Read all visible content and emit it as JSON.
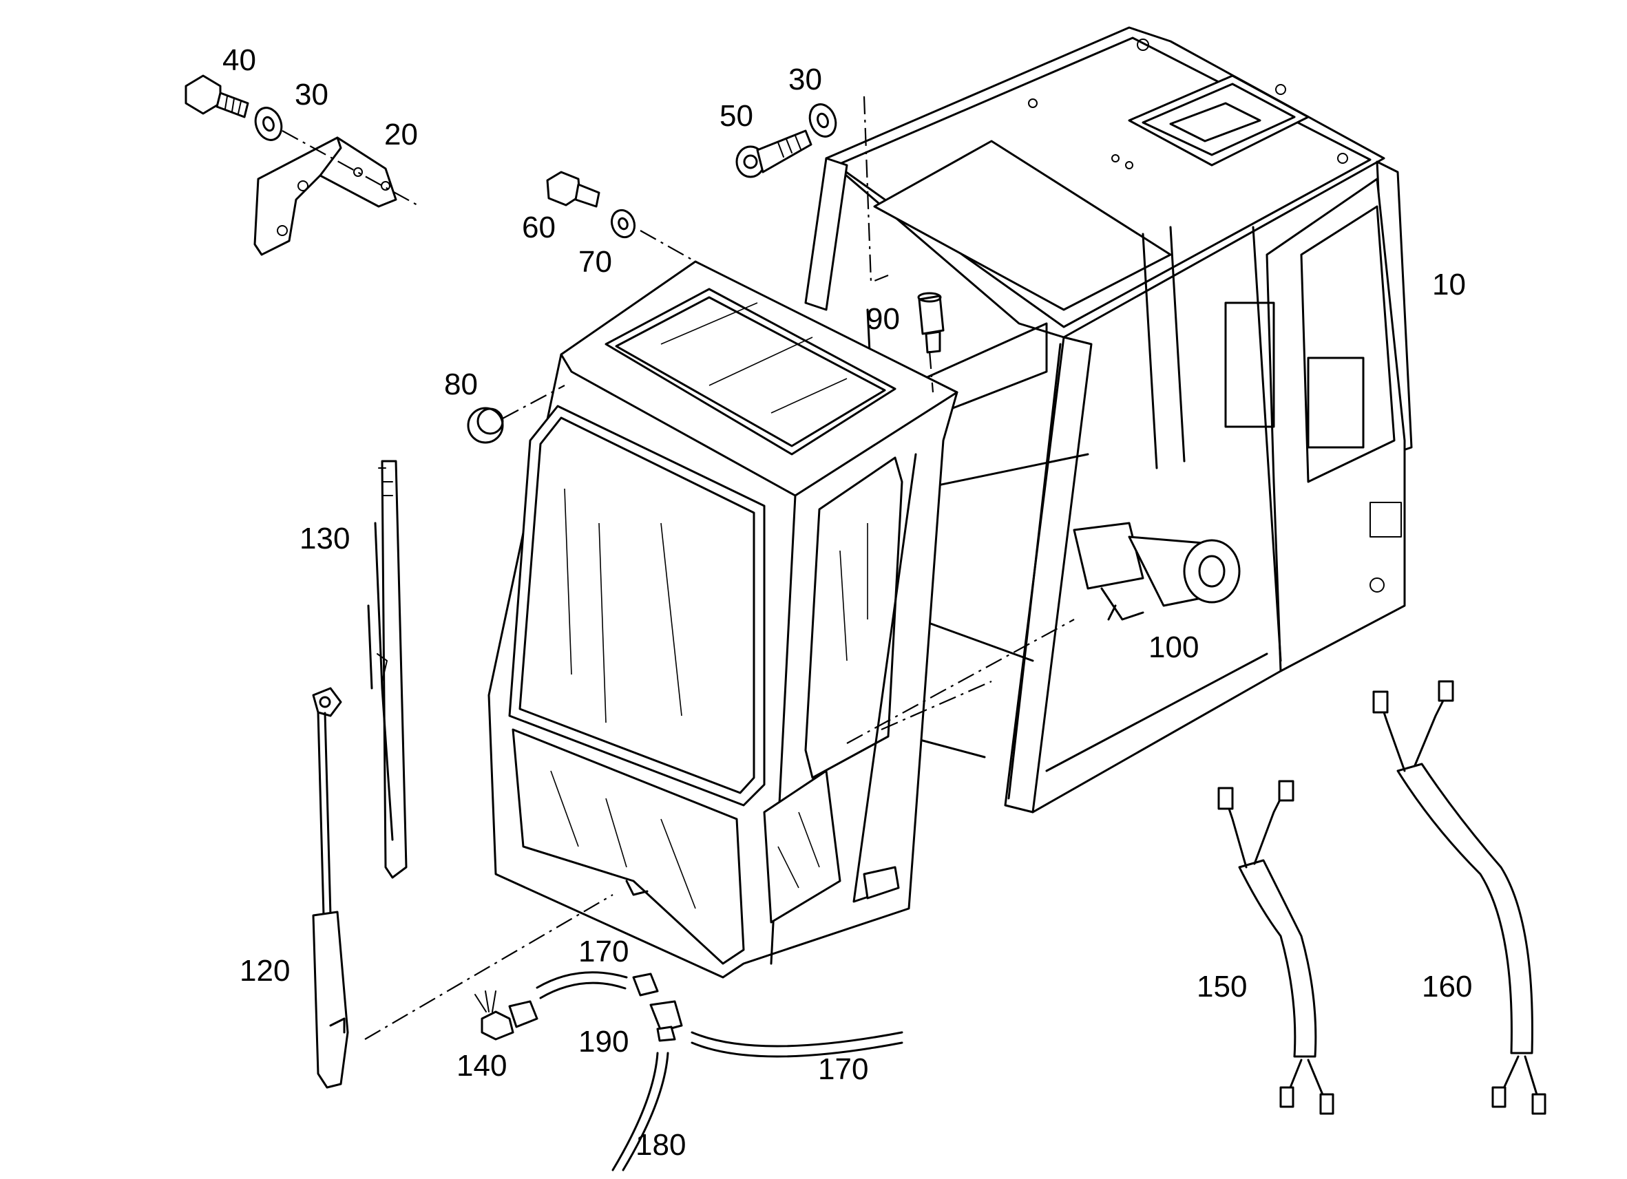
{
  "callouts": {
    "c10": "10",
    "c20": "20",
    "c30a": "30",
    "c30b": "30",
    "c40": "40",
    "c50": "50",
    "c60": "60",
    "c70": "70",
    "c80": "80",
    "c90": "90",
    "c100": "100",
    "c120": "120",
    "c130": "130",
    "c140": "140",
    "c150": "150",
    "c160": "160",
    "c170a": "170",
    "c170b": "170",
    "c180": "180",
    "c190": "190"
  }
}
